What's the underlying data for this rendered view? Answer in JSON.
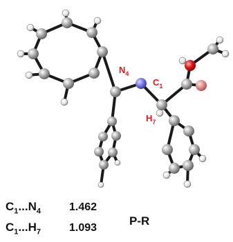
{
  "labels": {
    "n4": {
      "main": "N",
      "sub": "4"
    },
    "c1": {
      "main": "C",
      "sub": "1"
    },
    "h7": {
      "main": "H",
      "sub": "7"
    }
  },
  "measurements": [
    {
      "a": "C",
      "a_sub": "1",
      "dots": "...",
      "b": "N",
      "b_sub": "4",
      "value": "1.462"
    },
    {
      "a": "C",
      "a_sub": "1",
      "dots": "...",
      "b": "H",
      "b_sub": "7",
      "value": "1.093"
    }
  ],
  "conformer": "P-R",
  "colors": {
    "carbon": "#9a9a9a",
    "hydrogen": "#f2f2f2",
    "nitrogen": "#7a7ae6",
    "oxygen": "#e01818",
    "oxygen_faded": "#e08a8a",
    "label": "#e8141c",
    "bond": "#1a1a1a"
  }
}
